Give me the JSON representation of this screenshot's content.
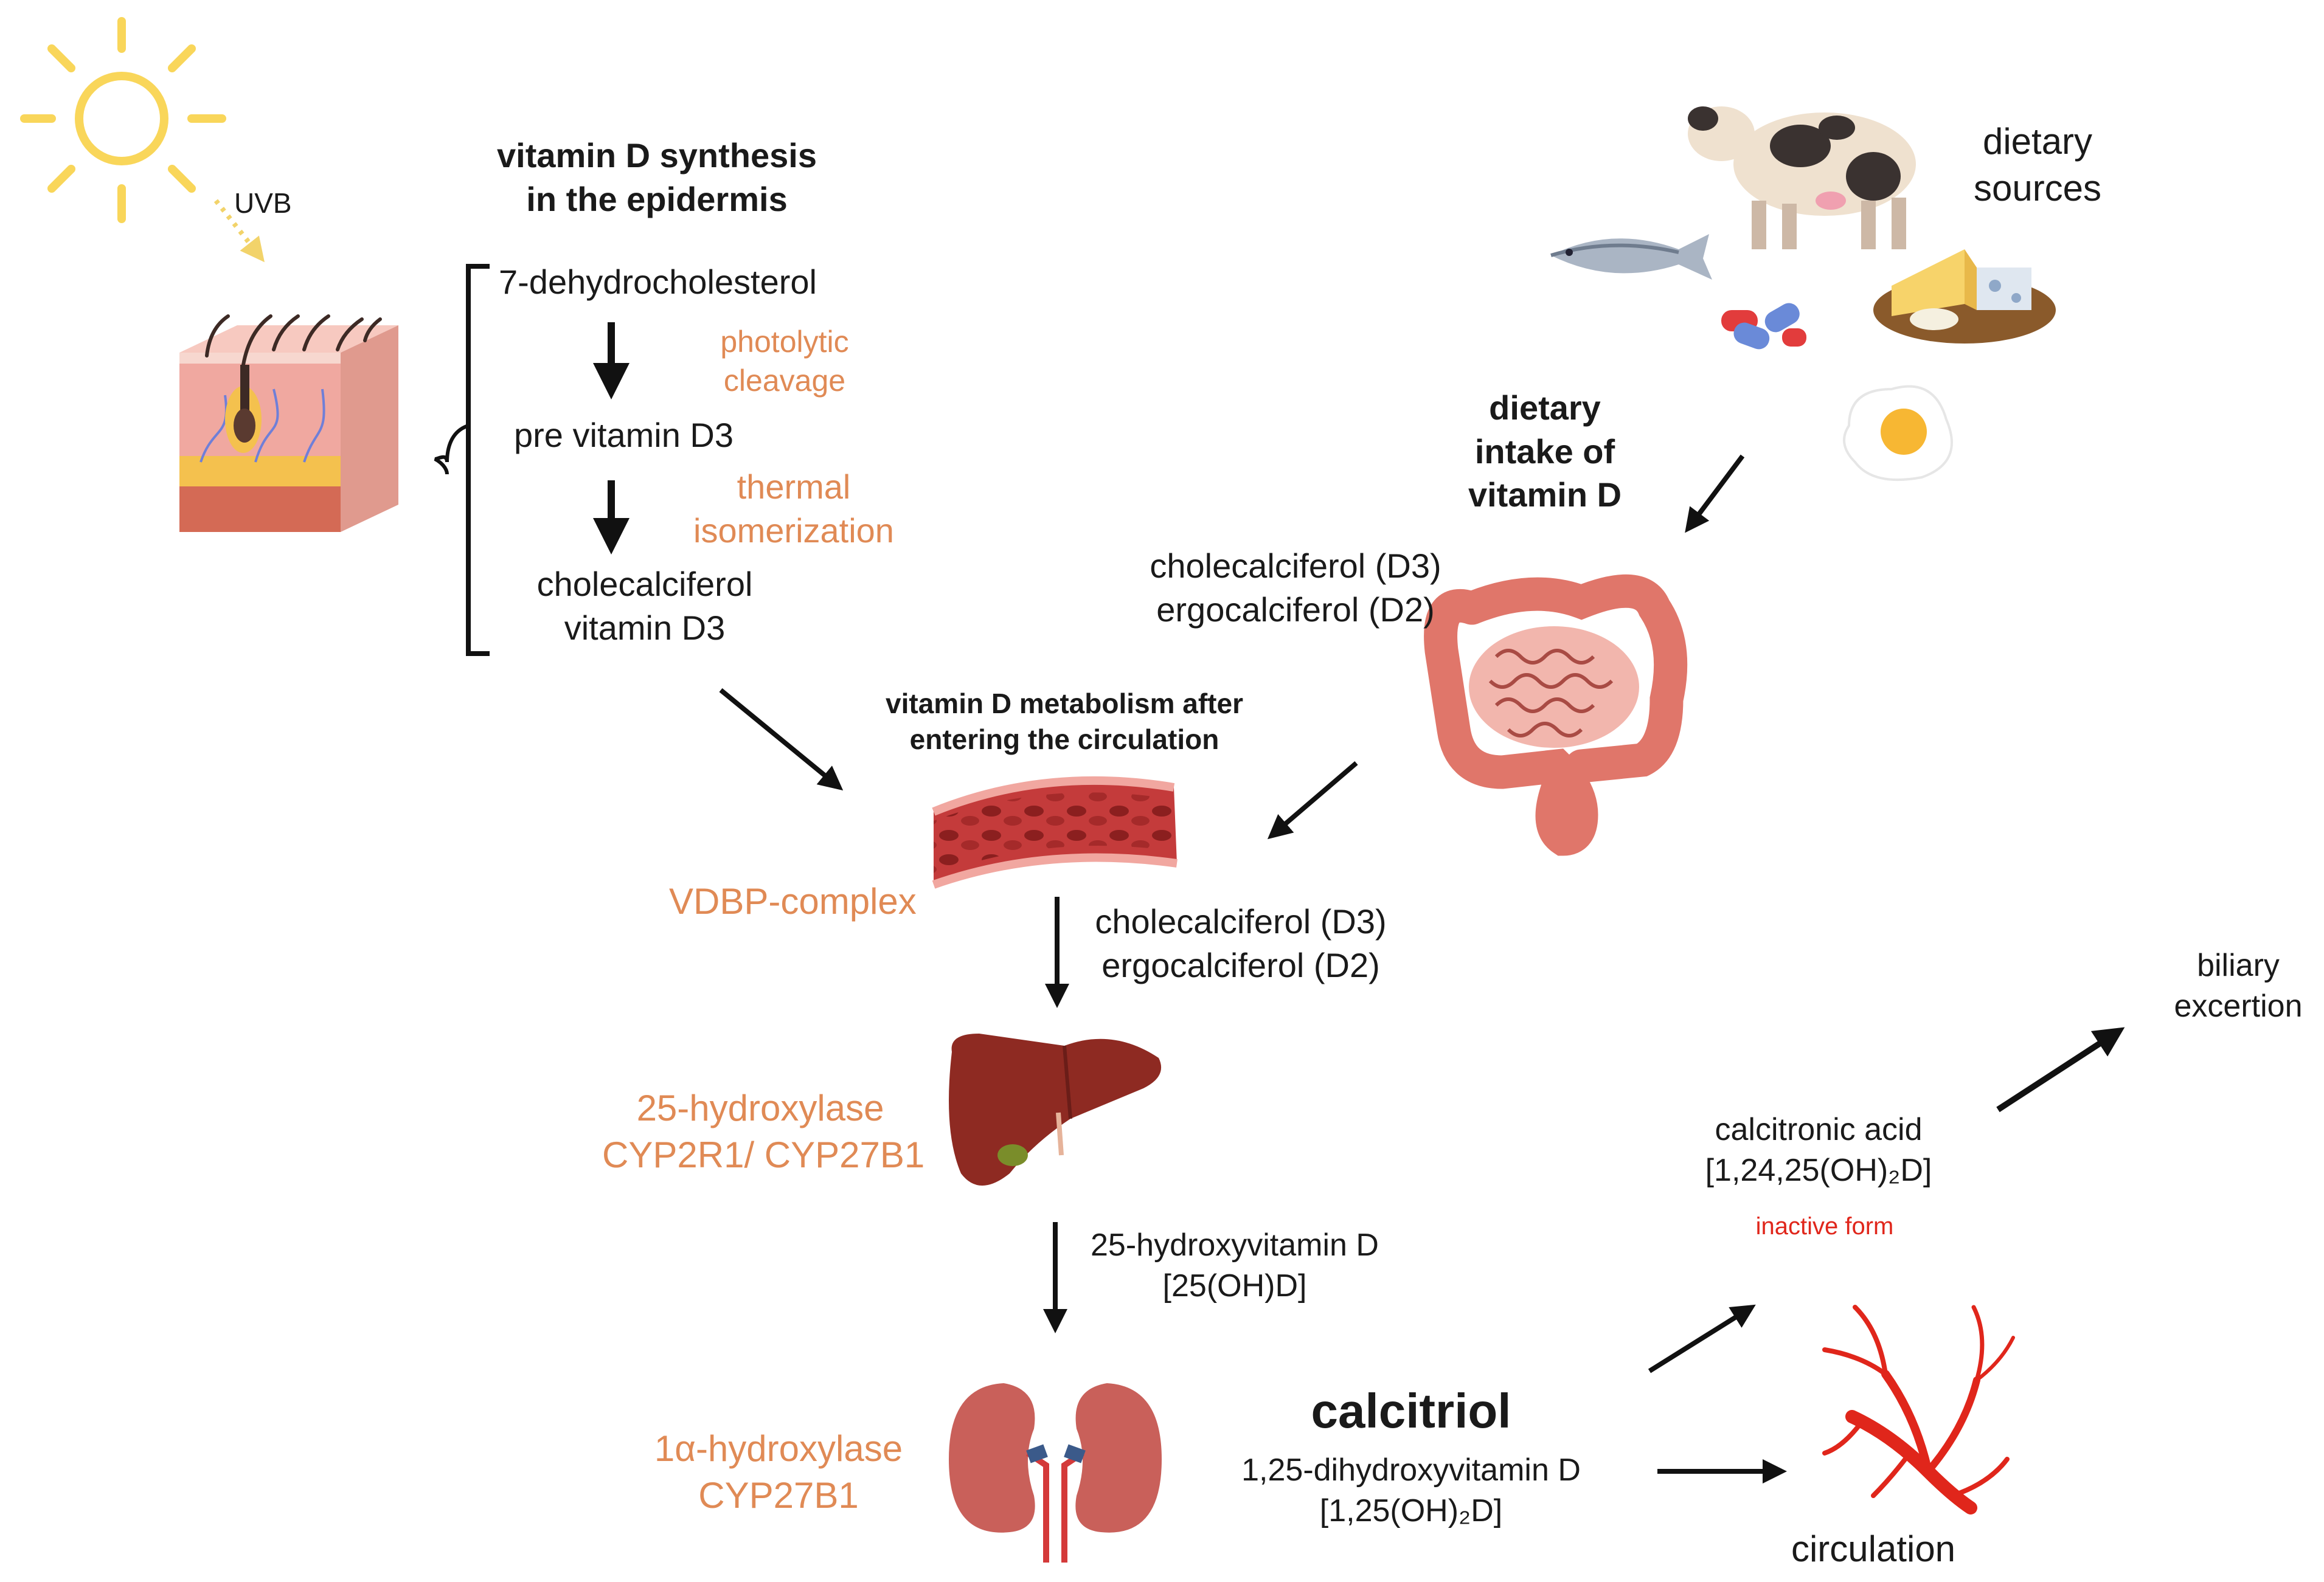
{
  "labels": {
    "uvb": "UVB",
    "epidermis_title": [
      "vitamin D synthesis",
      "in the epidermis"
    ],
    "step1": "7-dehydrocholesterol",
    "photolytic": [
      "photolytic",
      "cleavage"
    ],
    "step2": "pre vitamin D3",
    "thermal": [
      "thermal",
      "isomerization"
    ],
    "step3": [
      "cholecalciferol",
      "vitamin D3"
    ],
    "dietary_sources": [
      "dietary",
      "sources"
    ],
    "dietary_intake": [
      "dietary",
      "intake of",
      "vitamin D"
    ],
    "gut_products": [
      "cholecalciferol (D3)",
      "ergocalciferol (D2)"
    ],
    "circulation_title": [
      "vitamin D metabolism after",
      "entering the circulation"
    ],
    "vdbp": "VDBP-complex",
    "blood_products": [
      "cholecalciferol (D3)",
      "ergocalciferol (D2)"
    ],
    "liver_enzyme": [
      "25-hydroxylase",
      "CYP2R1/ CYP27B1"
    ],
    "hydroxy": [
      "25-hydroxyvitamin D",
      "[25(OH)D]"
    ],
    "kidney_enzyme": [
      "1α-hydroxylase",
      "CYP27B1"
    ],
    "calcitriol": "calcitriol",
    "calcitriol_sub": [
      "1,25-dihydroxyvitamin D",
      "[1,25(OH)₂D]"
    ],
    "calcitronic": [
      "calcitronic acid",
      "[1,24,25(OH)₂D]"
    ],
    "inactive": "inactive form",
    "biliary": [
      "biliary",
      "excertion"
    ],
    "circulation": "circulation"
  },
  "icons": [
    "sun-icon",
    "skin-icon",
    "cow-icon",
    "fish-icon",
    "pills-icon",
    "cheese-icon",
    "egg-icon",
    "intestine-icon",
    "blood-vessel-icon",
    "liver-icon",
    "kidneys-icon",
    "blood-vessels-icon"
  ],
  "colors": {
    "text": "#1a1a1a",
    "enzyme": "#e08a55",
    "inactive": "#e0261b",
    "sun": "#f9d65a",
    "blood": "#b02a2a",
    "liver": "#8e2a22",
    "kidney": "#c9605a",
    "intestine": "#e59a8e"
  }
}
